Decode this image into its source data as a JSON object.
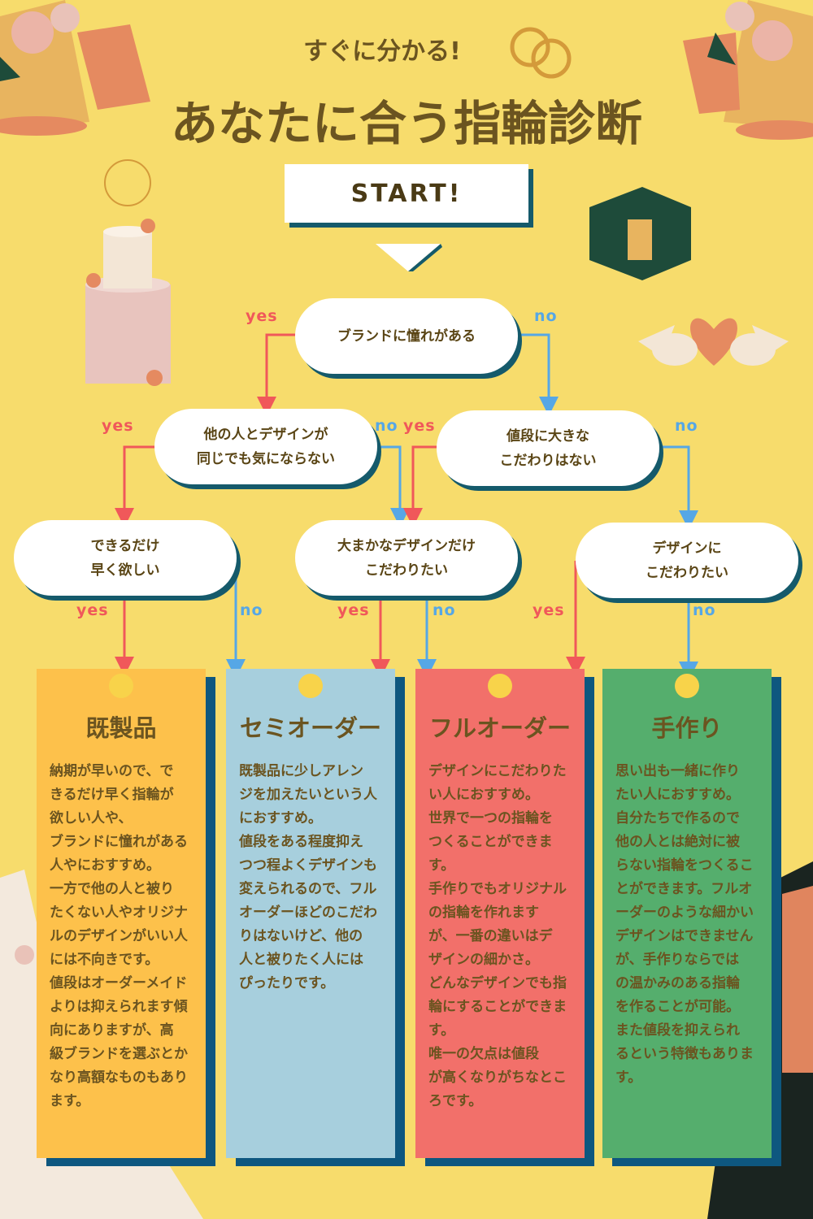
{
  "header": {
    "subtitle": "すぐに分かる!",
    "title": "あなたに合う指輪診断"
  },
  "start_label": "START!",
  "questions": [
    {
      "text": "ブランドに憧れがある"
    },
    {
      "text": "他の人とデザインが\n同じでも気にならない"
    },
    {
      "text": "値段に大きな\nこだわりはない"
    },
    {
      "text": "できるだけ\n早く欲しい"
    },
    {
      "text": "大まかなデザインだけ\nこだわりたい"
    },
    {
      "text": "デザインに\nこだわりたい"
    }
  ],
  "labels": {
    "yes": "yes",
    "no": "no"
  },
  "results": [
    {
      "title": "既製品",
      "color": "#FDC14B",
      "text": "納期が早いので、で\nきるだけ早く指輪が\n欲しい人や、\nブランドに憧れがある\n人やにおすすめ。\n一方で他の人と被り\nたくない人やオリジナ\nルのデザインがいい人\nには不向きです。\n値段はオーダーメイド\nよりは抑えられます傾\n向にありますが、高\n級ブランドを選ぶとか\nなり高額なものもあり\nます。"
    },
    {
      "title": "セミオーダー",
      "color": "#A7CFDD",
      "text": "既製品に少しアレン\nジを加えたいという人\nにおすすめ。\n値段をある程度抑え\nつつ程よくデザインも\n変えられるので、フル\nオーダーほどのこだわ\nりはないけど、他の\n人と被りたく人には\nぴったりです。"
    },
    {
      "title": "フルオーダー",
      "color": "#F2706A",
      "text": "デザインにこだわりた\nい人におすすめ。\n世界で一つの指輪を\nつくることができま\nす。\n手作りでもオリジナル\nの指輪を作れます\nが、一番の違いはデ\nザインの細かさ。\nどんなデザインでも指\n輪にすることができま\nす。\n唯一の欠点は値段\nが高くなりがちなとこ\nろです。"
    },
    {
      "title": "手作り",
      "color": "#55AE6D",
      "text": "思い出も一緒に作り\nたい人におすすめ。\n自分たちで作るので\n他の人とは絶対に被\nらない指輪をつくるこ\nとができます。フルオ\nーダーのような細かい\nデザインはできません\nが、手作りならでは\nの温かみのある指輪\nを作ることが可能。\nまた値段を抑えられ\nるという特徴もありま\nす。"
    }
  ],
  "colors": {
    "background": "#F7DC6C",
    "yes": "#F0585A",
    "no": "#56A7E6",
    "shadow": "#0E577F"
  }
}
